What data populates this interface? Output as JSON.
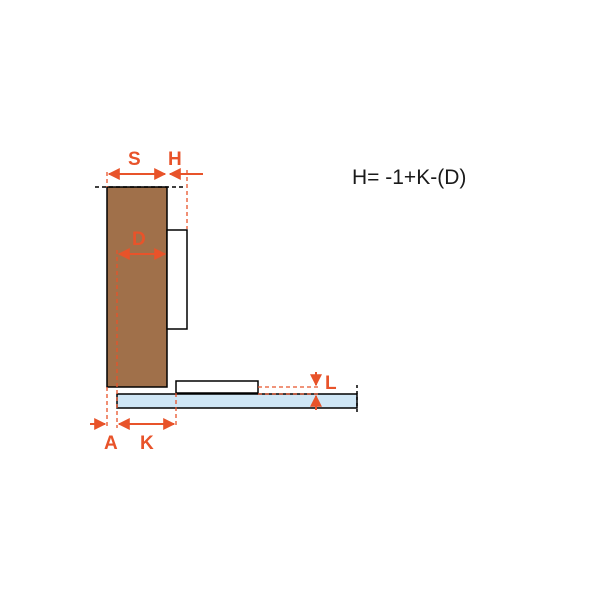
{
  "formula": "H= -1+K-(D)",
  "labels": {
    "s": "S",
    "h": "H",
    "d": "D",
    "l": "L",
    "a": "A",
    "k": "K"
  },
  "colors": {
    "wood": "#a0704a",
    "glass": "#cfe6f5",
    "dimension": "#e8532a",
    "outline": "#000000",
    "text": "#1a1a1a"
  },
  "icons": {
    "arrow": "triangle-arrowhead"
  }
}
